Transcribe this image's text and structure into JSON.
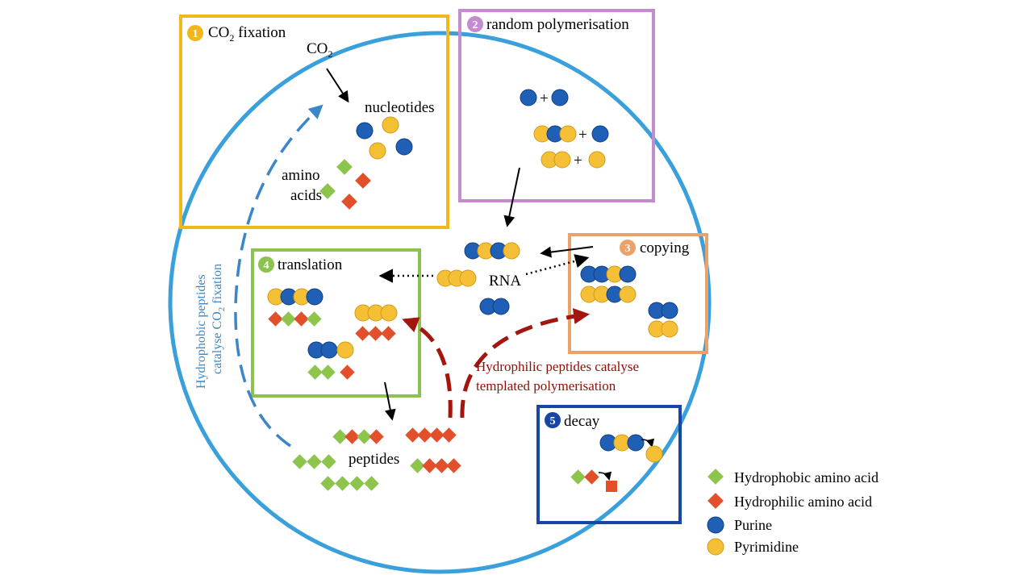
{
  "colors": {
    "cell": "#3aa0dc",
    "box1": "#f2b71b",
    "box2": "#c58bd1",
    "box3": "#eba26a",
    "box4": "#8cc24e",
    "box5": "#1747a6",
    "purine": "#1f5fb5",
    "pyrimidine": "#f5c036",
    "hydrophobic": "#8cc44c",
    "hydrophilic": "#e1502b",
    "blue_arrow": "#3a86c7",
    "red_arrow": "#a3160f",
    "red_text": "#8c1008"
  },
  "boxes": {
    "fixation": {
      "number": "1",
      "title": "CO",
      "sub": "2",
      "title_end": " fixation"
    },
    "polymerisation": {
      "number": "2",
      "title": "random polymerisation"
    },
    "copying": {
      "number": "3",
      "title": "copying"
    },
    "translation": {
      "number": "4",
      "title": "translation"
    },
    "decay": {
      "number": "5",
      "title": "decay"
    }
  },
  "labels": {
    "co2_main": "CO",
    "co2_sub": "2",
    "nucleotides": "nucleotides",
    "amino": "amino",
    "acids": "acids",
    "rna": "RNA",
    "peptides": "peptides",
    "plus": "+",
    "hydrophilic_line1": "Hydrophilic peptides catalyse",
    "hydrophilic_line2": "templated polymerisation",
    "hydrophobic_line1": "Hydrophobic peptides",
    "hydrophobic_line2_a": "catalyse CO",
    "hydrophobic_line2_sub": "2",
    "hydrophobic_line2_b": " fixation"
  },
  "legend": {
    "hydrophobic": "Hydrophobic amino acid",
    "hydrophilic": "Hydrophilic amino acid",
    "purine": "Purine",
    "pyrimidine": "Pyrimidine"
  }
}
